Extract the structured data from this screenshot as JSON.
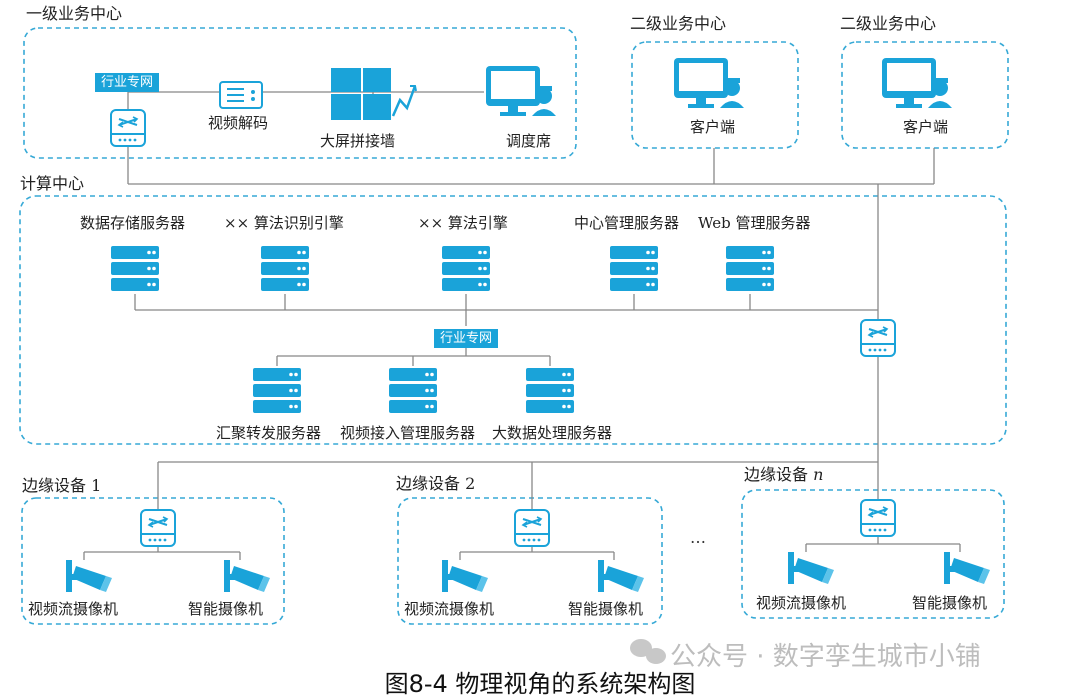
{
  "zones": {
    "tier1": "一级业务中心",
    "tier2a": "二级业务中心",
    "tier2b": "二级业务中心",
    "compute": "计算中心",
    "edge1": "边缘设备 1",
    "edge2": "边缘设备 2",
    "edgen_prefix": "边缘设备 ",
    "edgen_var": "n"
  },
  "tier1": {
    "tag": "行业专网",
    "decode": "视频解码",
    "wall": "大屏拼接墙",
    "dispatch": "调度席"
  },
  "tier2": {
    "client": "客户端"
  },
  "compute": {
    "top_servers": [
      "数据存储服务器",
      "×× 算法识别引擎",
      "×× 算法引擎",
      "中心管理服务器",
      "Web 管理服务器"
    ],
    "tag": "行业专网",
    "bottom_servers": [
      "汇聚转发服务器",
      "视频接入管理服务器",
      "大数据处理服务器"
    ]
  },
  "edge": {
    "cam_stream": "视频流摄像机",
    "cam_smart": "智能摄像机",
    "ellipsis": "…"
  },
  "watermark": "公众号 · 数字孪生城市小铺",
  "caption": "图8-4 物理视角的系统架构图",
  "colors": {
    "accent": "#1aa3d9",
    "line": "#888888",
    "dash": "#36a9d6"
  }
}
